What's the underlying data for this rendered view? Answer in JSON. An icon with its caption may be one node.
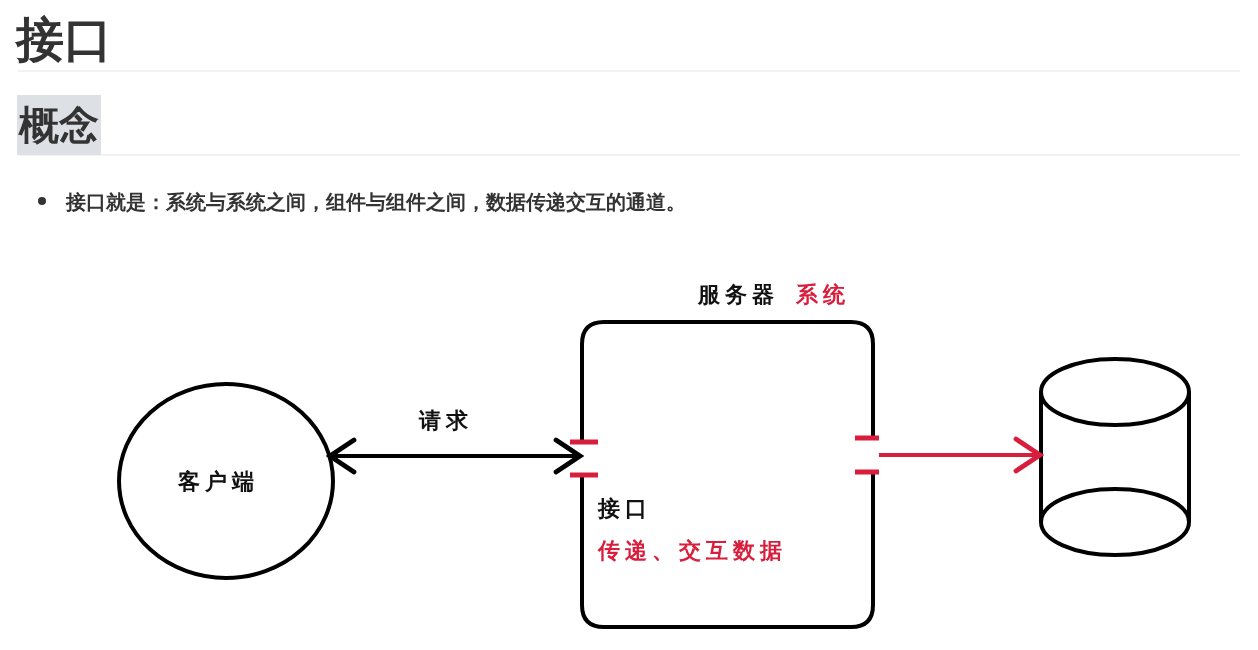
{
  "diagram": {
    "title": "接口",
    "nodes": [
      {
        "text": [
          "客户端"
        ]
      },
      {
        "text": [
          "服务器",
          "系统",
          "接口",
          "传递、交互数据"
        ]
      },
      {
        "text": [],
        "shape": "cylinder"
      }
    ],
    "edges": [
      {
        "from": 0,
        "to": 1,
        "arrow": "both",
        "label": "请求"
      },
      {
        "from": 1,
        "to": 2,
        "arrow": "to",
        "color": "#d81e3c"
      }
    ],
    "labels": [
      "概念",
      "接口就是：系统与系统之间，组件与组件之间，数据传递交互的通道。"
    ]
  }
}
